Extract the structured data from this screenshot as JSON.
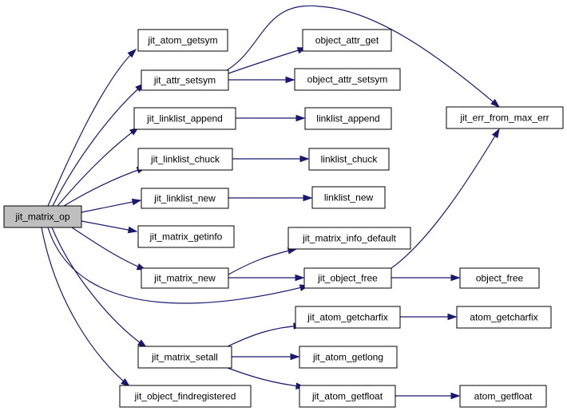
{
  "graph": {
    "colors": {
      "edge": "#191970",
      "root_fill": "#bfbfbf",
      "node_fill": "#ffffff",
      "border": "#000000"
    },
    "nodes": {
      "jit_matrix_op": "jit_matrix_op",
      "jit_atom_getsym": "jit_atom_getsym",
      "jit_attr_setsym": "jit_attr_setsym",
      "jit_linklist_append": "jit_linklist_append",
      "jit_linklist_chuck": "jit_linklist_chuck",
      "jit_linklist_new": "jit_linklist_new",
      "jit_matrix_getinfo": "jit_matrix_getinfo",
      "jit_matrix_new": "jit_matrix_new",
      "jit_matrix_setall": "jit_matrix_setall",
      "jit_object_findregistered": "jit_object_findregistered",
      "object_attr_get": "object_attr_get",
      "object_attr_setsym": "object_attr_setsym",
      "linklist_append": "linklist_append",
      "linklist_chuck": "linklist_chuck",
      "linklist_new": "linklist_new",
      "jit_matrix_info_default": "jit_matrix_info_default",
      "jit_object_free": "jit_object_free",
      "jit_atom_getcharfix": "jit_atom_getcharfix",
      "jit_atom_getlong": "jit_atom_getlong",
      "jit_atom_getfloat": "jit_atom_getfloat",
      "jit_err_from_max_err": "jit_err_from_max_err",
      "object_free": "object_free",
      "atom_getcharfix": "atom_getcharfix",
      "atom_getfloat": "atom_getfloat"
    },
    "root": "jit_matrix_op",
    "edges": [
      [
        "jit_matrix_op",
        "jit_atom_getsym"
      ],
      [
        "jit_matrix_op",
        "jit_attr_setsym"
      ],
      [
        "jit_matrix_op",
        "jit_linklist_append"
      ],
      [
        "jit_matrix_op",
        "jit_linklist_chuck"
      ],
      [
        "jit_matrix_op",
        "jit_linklist_new"
      ],
      [
        "jit_matrix_op",
        "jit_matrix_getinfo"
      ],
      [
        "jit_matrix_op",
        "jit_matrix_new"
      ],
      [
        "jit_matrix_op",
        "jit_object_free"
      ],
      [
        "jit_matrix_op",
        "jit_matrix_setall"
      ],
      [
        "jit_matrix_op",
        "jit_object_findregistered"
      ],
      [
        "jit_attr_setsym",
        "object_attr_get"
      ],
      [
        "jit_attr_setsym",
        "object_attr_setsym"
      ],
      [
        "jit_attr_setsym",
        "jit_err_from_max_err"
      ],
      [
        "jit_linklist_append",
        "linklist_append"
      ],
      [
        "jit_linklist_chuck",
        "linklist_chuck"
      ],
      [
        "jit_linklist_new",
        "linklist_new"
      ],
      [
        "jit_matrix_new",
        "jit_matrix_info_default"
      ],
      [
        "jit_matrix_new",
        "jit_object_free"
      ],
      [
        "jit_object_free",
        "jit_err_from_max_err"
      ],
      [
        "jit_object_free",
        "object_free"
      ],
      [
        "jit_matrix_setall",
        "jit_atom_getcharfix"
      ],
      [
        "jit_matrix_setall",
        "jit_atom_getlong"
      ],
      [
        "jit_matrix_setall",
        "jit_atom_getfloat"
      ],
      [
        "jit_atom_getcharfix",
        "atom_getcharfix"
      ],
      [
        "jit_atom_getfloat",
        "atom_getfloat"
      ]
    ]
  }
}
